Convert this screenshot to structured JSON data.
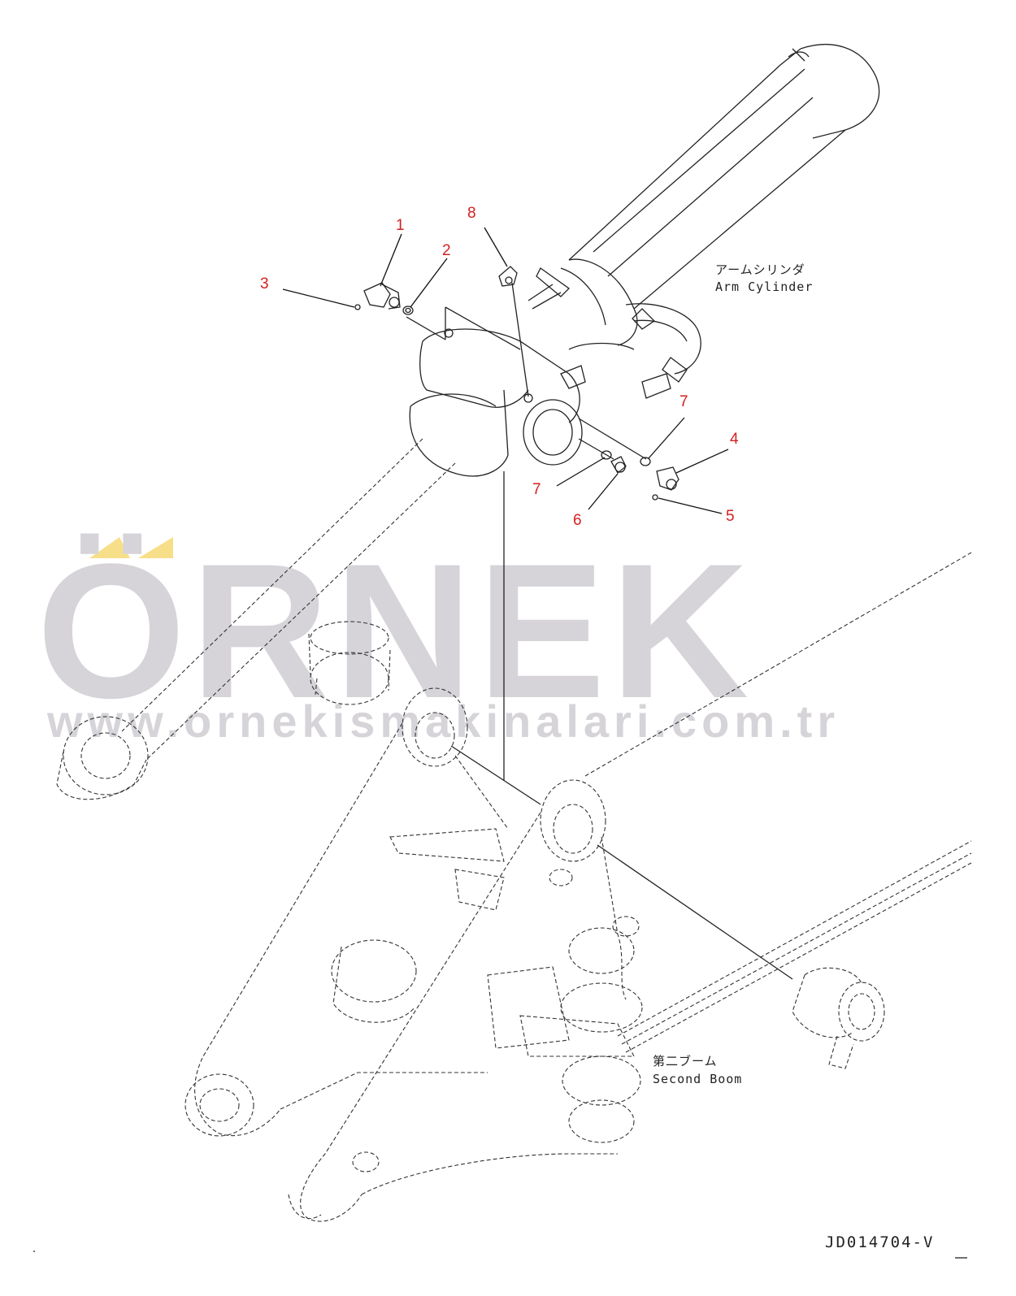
{
  "watermark": {
    "brand": "ÖRNEK",
    "url": "www.ornekismakinalari.com.tr",
    "brand_color": "#d6d4d8",
    "accent_color": "#f7df8a"
  },
  "labels": {
    "arm_cylinder_jp": "アームシリンダ",
    "arm_cylinder_en": "Arm Cylinder",
    "second_boom_jp": "第二ブーム",
    "second_boom_en": "Second Boom"
  },
  "drawing_code": "JD014704-V",
  "callout_color": "#d42020",
  "callouts": [
    {
      "num": "1"
    },
    {
      "num": "2"
    },
    {
      "num": "3"
    },
    {
      "num": "4"
    },
    {
      "num": "5"
    },
    {
      "num": "6"
    },
    {
      "num": "7"
    },
    {
      "num": "7"
    },
    {
      "num": "8"
    }
  ]
}
